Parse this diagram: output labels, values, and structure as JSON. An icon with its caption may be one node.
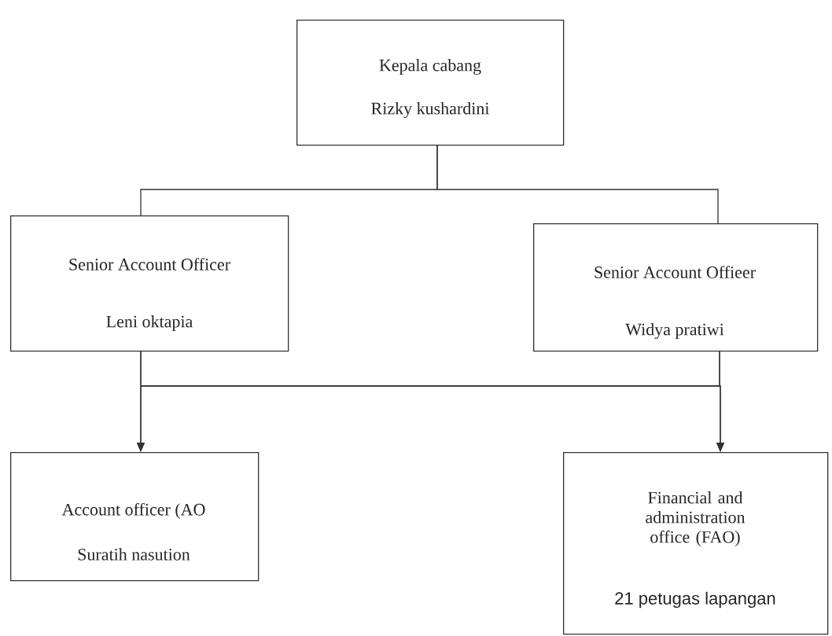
{
  "diagram": {
    "nodes": [
      {
        "text": [
          "Kepala cabang",
          "Rizky kushardini"
        ]
      },
      {
        "text": [
          "Senior Account Officer",
          "Leni oktapia"
        ]
      },
      {
        "text": [
          "Senior Account Offieer",
          "Widya pratiwi"
        ]
      },
      {
        "text": [
          "Account officer (AO",
          "Suratih nasution"
        ]
      },
      {
        "text": [
          "Financial and administration office (FAO)",
          "21 petugas lapangan"
        ]
      }
    ],
    "edges": [
      {
        "from": 0,
        "to": 1,
        "arrow": "none"
      },
      {
        "from": 0,
        "to": 2,
        "arrow": "none"
      },
      {
        "from": 1,
        "to": 3,
        "arrow": "to"
      },
      {
        "from": 1,
        "to": 4,
        "arrow": "to"
      },
      {
        "from": 2,
        "to": 3,
        "arrow": "to"
      },
      {
        "from": 2,
        "to": 4,
        "arrow": "to"
      }
    ]
  }
}
